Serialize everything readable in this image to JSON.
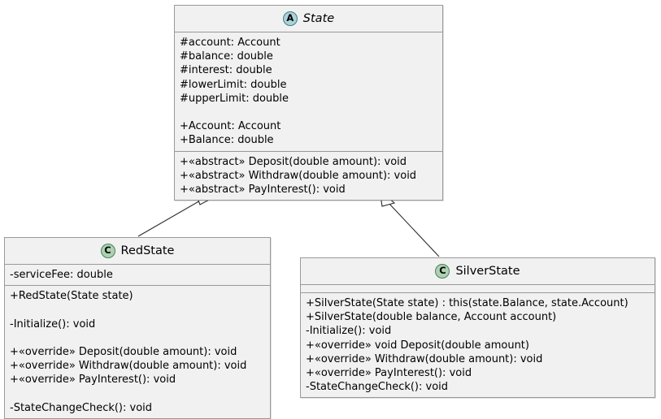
{
  "diagram": {
    "type": "uml-class-diagram",
    "background_color": "#FFFFFF",
    "class_fill_color": "#F1F1F1",
    "class_border_color": "#999999",
    "abstract_icon_color": "#ADD1D8",
    "class_icon_color": "#ADD1B2"
  },
  "classes": [
    {
      "id": "state",
      "name": "State",
      "stereotype_letter": "A",
      "stereotype": "abstract",
      "attributes": [
        "#account: Account",
        "#balance: double",
        "#interest: double",
        "#lowerLimit: double",
        "#upperLimit: double",
        "",
        "+Account: Account",
        "+Balance: double"
      ],
      "methods": [
        "+«abstract» Deposit(double amount): void",
        "+«abstract» Withdraw(double amount): void",
        "+«abstract» PayInterest(): void"
      ]
    },
    {
      "id": "redstate",
      "name": "RedState",
      "stereotype_letter": "C",
      "stereotype": "class",
      "attributes": [
        "-serviceFee: double"
      ],
      "methods": [
        "+RedState(State state)",
        "",
        "-Initialize(): void",
        "",
        "+«override» Deposit(double amount): void",
        "+«override» Withdraw(double amount): void",
        "+«override» PayInterest(): void",
        "",
        "-StateChangeCheck(): void"
      ]
    },
    {
      "id": "silverstate",
      "name": "SilverState",
      "stereotype_letter": "C",
      "stereotype": "class",
      "attributes": [],
      "methods": [
        "+SilverState(State state) : this(state.Balance, state.Account)",
        "+SilverState(double balance, Account account)",
        "-Initialize(): void",
        "+«override» void Deposit(double amount)",
        "+«override» Withdraw(double amount): void",
        "+«override» PayInterest(): void",
        "-StateChangeCheck(): void"
      ]
    }
  ],
  "relationships": [
    {
      "id": "redstate-to-state",
      "type": "generalization",
      "from": "RedState",
      "to": "State",
      "arrow": "hollow-triangle"
    },
    {
      "id": "silverstate-to-state",
      "type": "generalization",
      "from": "SilverState",
      "to": "State",
      "arrow": "hollow-triangle"
    }
  ]
}
